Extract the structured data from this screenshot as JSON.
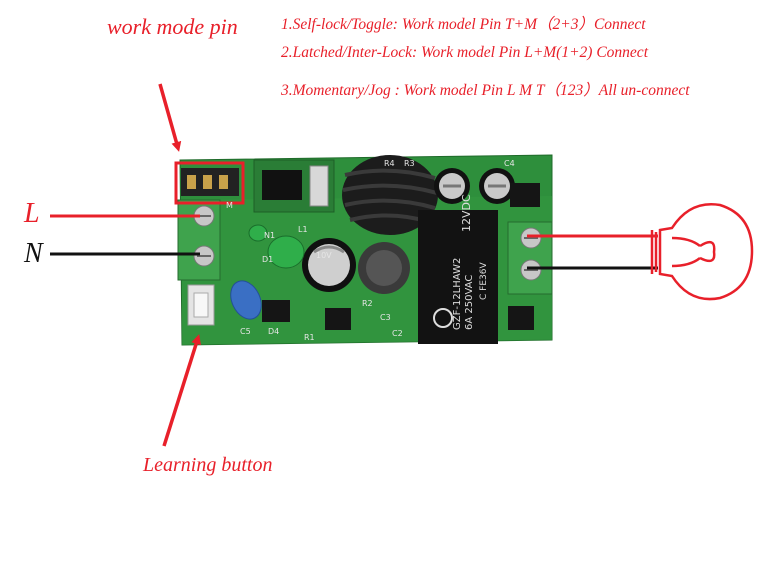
{
  "title": "work mode pin",
  "modes": [
    "1.Self-lock/Toggle: Work model Pin T+M（2+3）Connect",
    "2.Latched/Inter-Lock: Work model Pin L+M(1+2) Connect",
    "3.Momentary/Jog : Work model Pin L M T（123）All un-connect"
  ],
  "terminals": {
    "live": "L",
    "neutral": "N"
  },
  "learning_button": "Learning button",
  "board_markings": {
    "relay_line1": "12VDC",
    "relay_line2": "GZF-12LHAW2",
    "relay_line3": "6A 250VAC",
    "relay_line4": "C FE36V",
    "r4": "R4",
    "r3": "R3",
    "r2": "R2",
    "r1": "R1",
    "c4": "C4",
    "c3": "C3",
    "c5": "C5",
    "c2": "C2",
    "d1": "D1",
    "d4": "D4",
    "l1": "L1",
    "n1": "N1",
    "m": "M",
    "cap": "10V"
  },
  "colors": {
    "accent": "#e8202a",
    "board": "#2e8f3c",
    "terminal": "#3fa34d"
  }
}
